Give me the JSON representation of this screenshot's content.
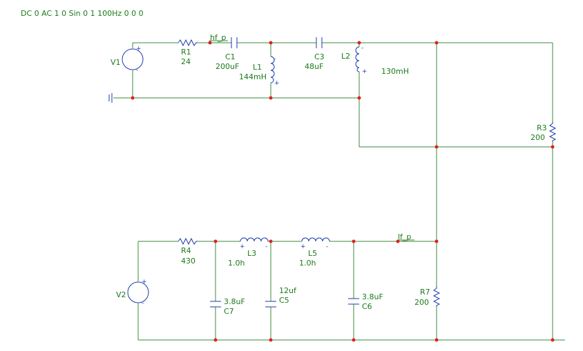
{
  "header": {
    "sim_text": "DC 0 AC 1 0 Sin 0 1 100Hz 0 0 0"
  },
  "nets": {
    "hf": "hf_p",
    "lf": "lf_p"
  },
  "components": {
    "V1": {
      "ref": "V1"
    },
    "V2": {
      "ref": "V2"
    },
    "R1": {
      "ref": "R1",
      "value": "24"
    },
    "C1": {
      "ref": "C1",
      "value": "200uF"
    },
    "L1": {
      "ref": "L1",
      "value": "144mH"
    },
    "C3": {
      "ref": "C3",
      "value": "48uF"
    },
    "L2": {
      "ref": "L2",
      "value": "130mH"
    },
    "R3": {
      "ref": "R3",
      "value": "200"
    },
    "R4": {
      "ref": "R4",
      "value": "430"
    },
    "L3": {
      "ref": "L3",
      "value": "1.0h"
    },
    "L5": {
      "ref": "L5",
      "value": "1.0h"
    },
    "C5": {
      "ref": "C5",
      "value": "12uf"
    },
    "C6": {
      "ref": "C6",
      "value": "3.8uF"
    },
    "C7": {
      "ref": "C7",
      "value": "3.8uF"
    },
    "R7": {
      "ref": "R7",
      "value": "200"
    }
  },
  "signs": {
    "plus": "+",
    "minus": "-"
  },
  "colors": {
    "wire": "#3a8a3a",
    "component": "#1a3aa8",
    "junction": "#e02020",
    "label": "#1a7a1a"
  }
}
